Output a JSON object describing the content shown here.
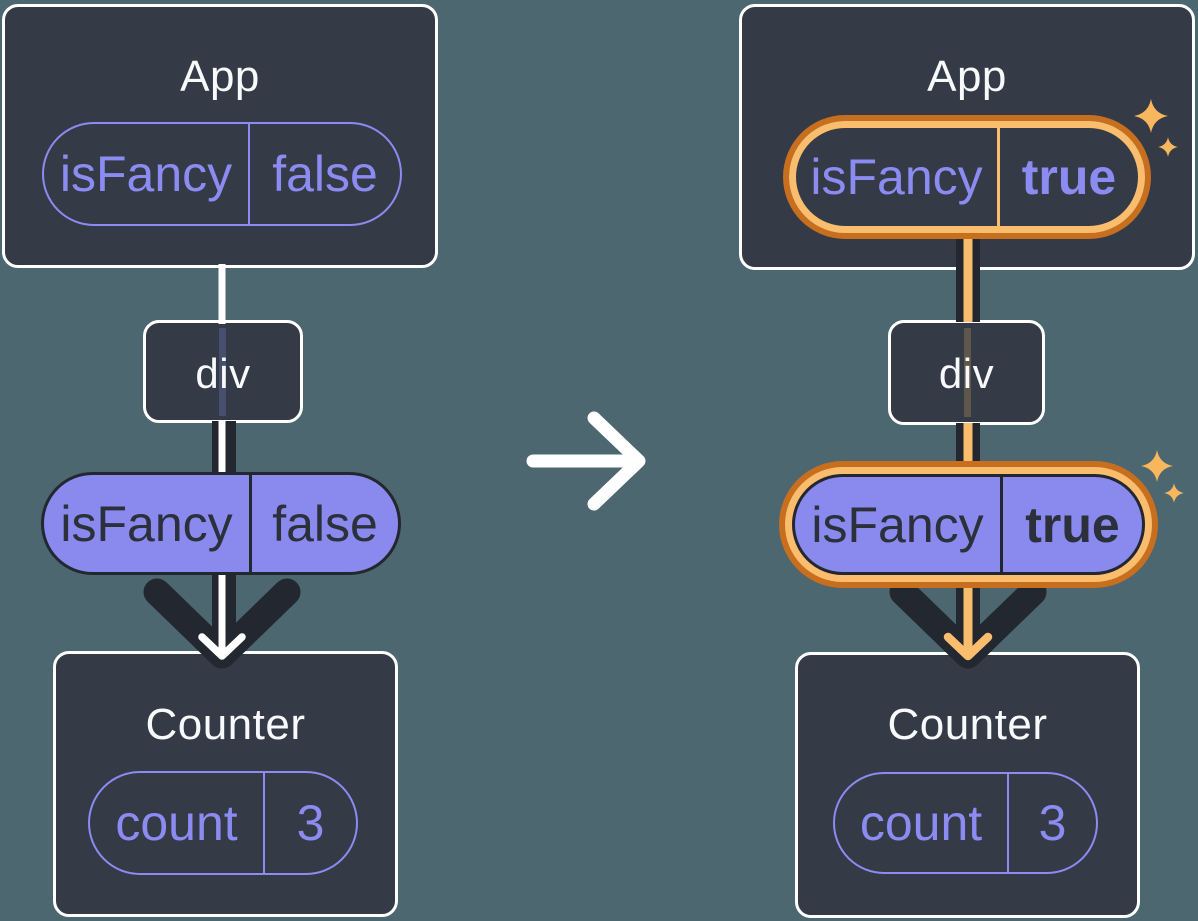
{
  "palette": {
    "background": "#4C6770",
    "card_bg": "#343B46",
    "card_border": "#FFFFFF",
    "title_text": "#F7F9FB",
    "purple": "#8B8BF2",
    "purple_fill": "#8A8AEE",
    "dark": "#23272F",
    "dark_text": "#2B303A",
    "orange_dark": "#C76F1E",
    "orange_light": "#FABD6E",
    "sparkle": "#F8B75C"
  },
  "left_tree": {
    "app": {
      "title": "App",
      "prop_name": "isFancy",
      "prop_value": "false"
    },
    "div_label": "div",
    "passed_prop": {
      "name": "isFancy",
      "value": "false"
    },
    "counter": {
      "title": "Counter",
      "state_name": "count",
      "state_value": "3"
    }
  },
  "right_tree": {
    "app": {
      "title": "App",
      "prop_name": "isFancy",
      "prop_value": "true"
    },
    "div_label": "div",
    "passed_prop": {
      "name": "isFancy",
      "value": "true"
    },
    "counter": {
      "title": "Counter",
      "state_name": "count",
      "state_value": "3"
    }
  }
}
